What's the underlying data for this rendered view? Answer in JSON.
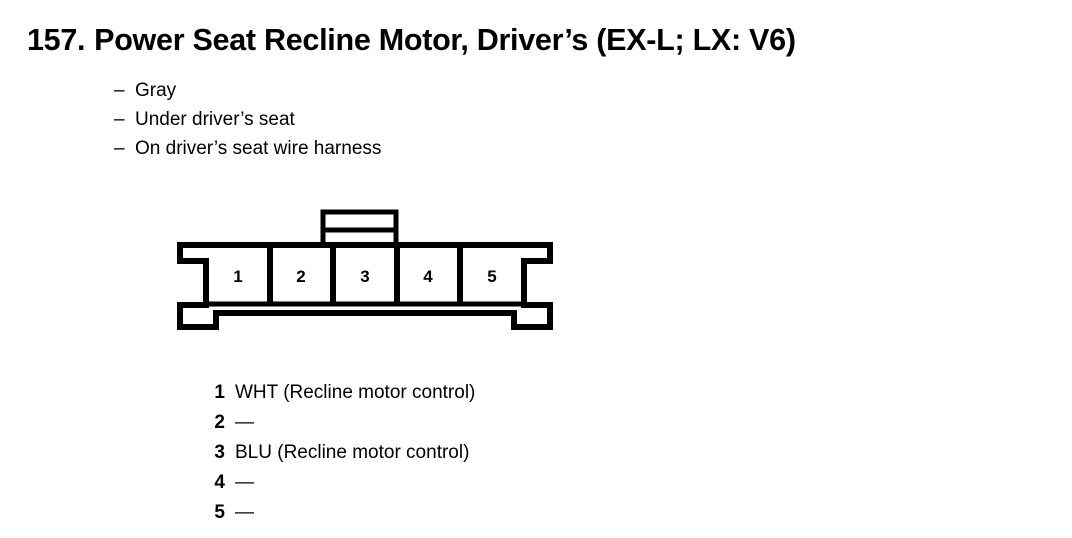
{
  "page": {
    "background_color": "#ffffff",
    "ink_color": "#000000"
  },
  "entry": {
    "number": "157.",
    "title": "Power Seat Recline Motor, Driver’s (EX-L; LX: V6)",
    "full_heading": "157. Power Seat Recline Motor, Driver’s (EX-L; LX: V6)"
  },
  "attributes": {
    "dash": "–",
    "items": [
      "Gray",
      "Under driver’s seat",
      "On driver’s seat wire harness"
    ]
  },
  "connector": {
    "cavity_count": 5,
    "cavity_labels": [
      "1",
      "2",
      "3",
      "4",
      "5"
    ],
    "has_top_locking_tab": true,
    "orientation": "front-view"
  },
  "pinout": {
    "rows": [
      {
        "pin": "1",
        "desc": "WHT (Recline motor control)"
      },
      {
        "pin": "2",
        "desc": "—"
      },
      {
        "pin": "3",
        "desc": "BLU (Recline motor control)"
      },
      {
        "pin": "4",
        "desc": "—"
      },
      {
        "pin": "5",
        "desc": "—"
      }
    ]
  }
}
